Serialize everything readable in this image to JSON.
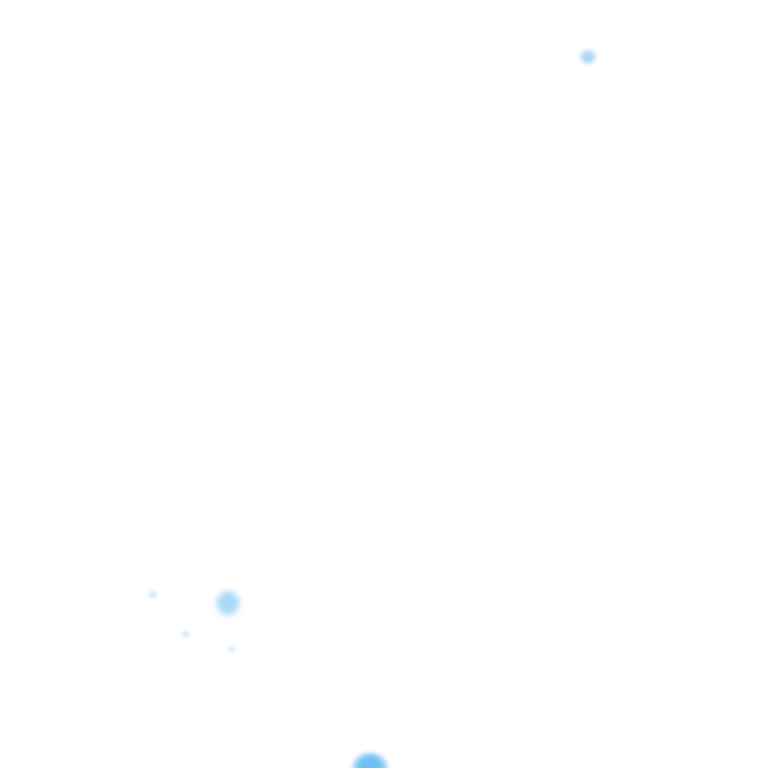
{
  "colors": {
    "background": "#ffffff",
    "blob_light": "#cfe9fb",
    "blob_mid": "#a9d8f8",
    "blob_strong": "#6fc0f2"
  },
  "blobs": [
    {
      "id": "blob-1",
      "tone": "blob_mid"
    },
    {
      "id": "blob-2",
      "tone": "blob_mid"
    },
    {
      "id": "blob-3",
      "tone": "blob_light"
    },
    {
      "id": "blob-4",
      "tone": "blob_light"
    },
    {
      "id": "blob-5",
      "tone": "blob_light"
    },
    {
      "id": "blob-6",
      "tone": "blob_strong"
    }
  ]
}
